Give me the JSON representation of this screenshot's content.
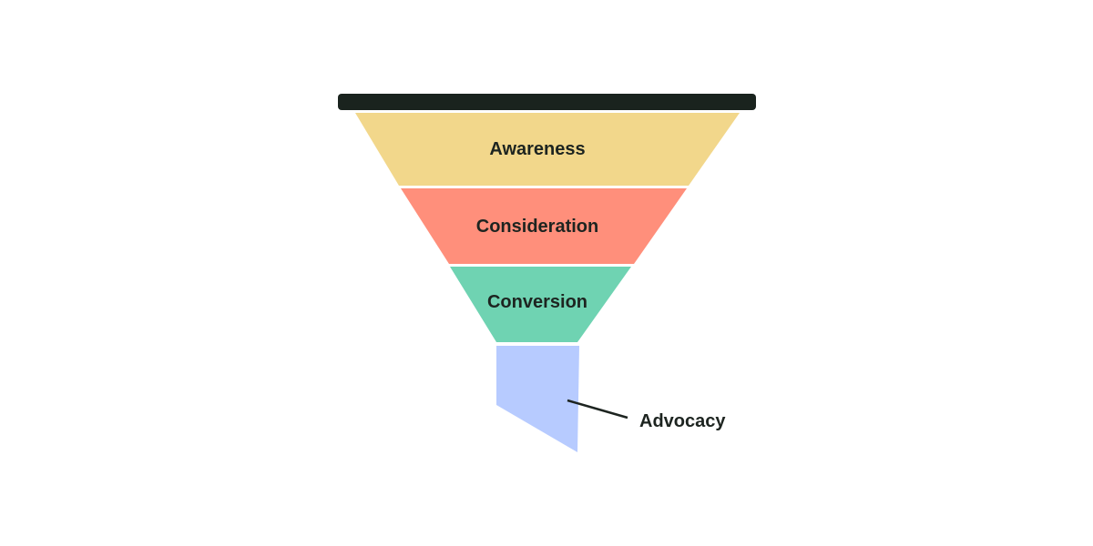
{
  "stages": [
    {
      "key": "awareness",
      "label": "Awareness",
      "color": "#f2d78b"
    },
    {
      "key": "consideration",
      "label": "Consideration",
      "color": "#ff8f7b"
    },
    {
      "key": "conversion",
      "label": "Conversion",
      "color": "#6fd3b2"
    }
  ],
  "spout": {
    "label": "Advocacy",
    "color": "#b7cbff"
  },
  "colors": {
    "rim": "#1a231e",
    "text": "#1d2420",
    "leader_line": "#1d2420"
  }
}
